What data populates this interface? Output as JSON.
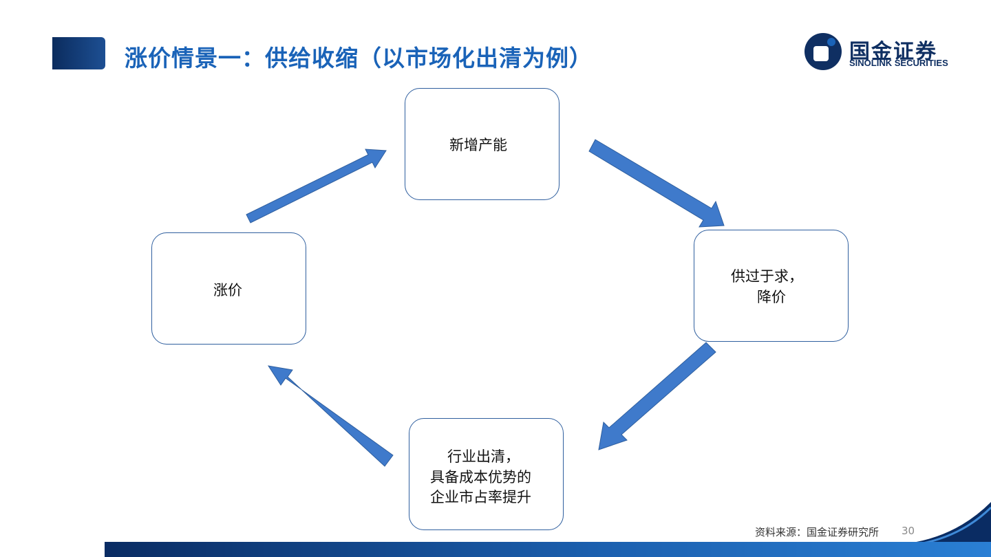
{
  "header": {
    "title": "涨价情景一：供给收缩（以市场化出清为例）"
  },
  "logo": {
    "name_cn": "国金证券",
    "name_en": "SINOLINK SECURITIES"
  },
  "diagram": {
    "nodes": [
      {
        "id": "n1",
        "lines": [
          "新增产能"
        ]
      },
      {
        "id": "n2",
        "lines": [
          "供过于求，",
          "降价"
        ]
      },
      {
        "id": "n3",
        "lines": [
          "行业出清，",
          "具备成本优势的",
          "企业市占率提升"
        ]
      },
      {
        "id": "n4",
        "lines": [
          "涨价"
        ]
      }
    ],
    "flow": [
      "涨价 → 新增产能",
      "新增产能 → 供过于求，降价",
      "供过于求，降价 → 行业出清，具备成本优势的企业市占率提升",
      "行业出清，具备成本优势的企业市占率提升 → 涨价"
    ],
    "arrow_color": "#3f7acb",
    "box_border_color": "#2e5e9e"
  },
  "footer": {
    "source": "资料来源：国金证券研究所",
    "page": "30"
  },
  "colors": {
    "title": "#1a63b8",
    "brand_dark": "#0f2f62"
  }
}
